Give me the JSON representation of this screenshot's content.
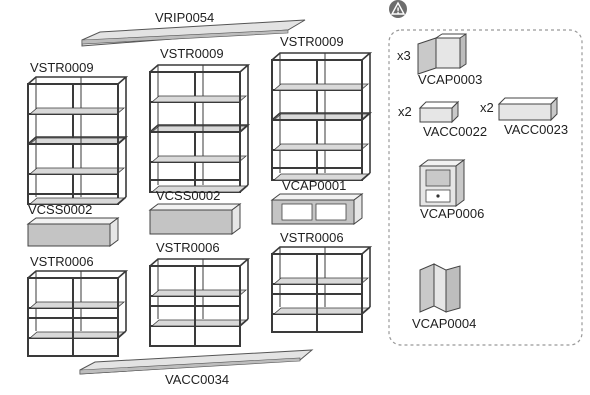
{
  "warning": {
    "icon": "warning-icon",
    "glyph": "!"
  },
  "top_panel": {
    "code": "VRIP0054"
  },
  "bottom_panel": {
    "code": "VACC0034"
  },
  "left_column": {
    "upper_shelf": {
      "code": "VSTR0009"
    },
    "drawer": {
      "code": "VCSS0002"
    },
    "lower_shelf": {
      "code": "VSTR0006"
    }
  },
  "middle_column": {
    "upper_shelf": {
      "code": "VSTR0009"
    },
    "drawer": {
      "code": "VCSS0002"
    },
    "lower_shelf": {
      "code": "VSTR0006"
    }
  },
  "right_column": {
    "upper_shelf": {
      "code": "VSTR0009"
    },
    "compartment": {
      "code": "VCAP0001"
    },
    "lower_shelf": {
      "code": "VSTR0006"
    }
  },
  "accessories": {
    "vcap0003": {
      "qty": "x3",
      "code": "VCAP0003"
    },
    "vacc0022": {
      "qty": "x2",
      "code": "VACC0022"
    },
    "vacc0023": {
      "qty": "x2",
      "code": "VACC0023"
    },
    "vcap0006": {
      "code": "VCAP0006"
    },
    "vcap0004": {
      "code": "VCAP0004"
    }
  },
  "colors": {
    "frame": "#3a3a3a",
    "panel_light": "#e8e8e8",
    "panel_dark": "#b8b8b8",
    "accessory_box_border": "#999999",
    "warning_bg": "#6d6d6d"
  }
}
